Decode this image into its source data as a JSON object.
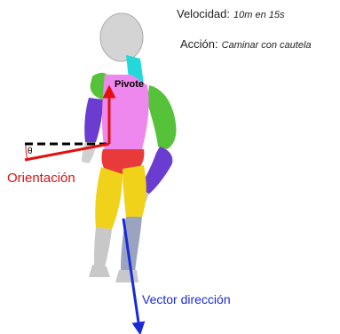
{
  "info": {
    "velocity_label": "Velocidad:",
    "velocity_value": "10m en 15s",
    "action_label": "Acción:",
    "action_value": "Caminar con cautela"
  },
  "labels": {
    "pivot": "Pivote",
    "theta": "θ",
    "orientation": "Orientación",
    "direction": "Vector dirección"
  },
  "colors": {
    "orientation": "#e01010",
    "direction": "#1a2bd6",
    "reference_line": "#000000",
    "torso": "#ee88ee",
    "left_upper_arm": "#6a3ccf",
    "right_upper_arm": "#55c23a",
    "forearm_right": "#6a3ccf",
    "neck": "#22d8d8",
    "pelvis": "#e83a3a",
    "thighs": "#f0d21a",
    "shin": "#9aa4c0",
    "skin": "#c8c8c8"
  }
}
